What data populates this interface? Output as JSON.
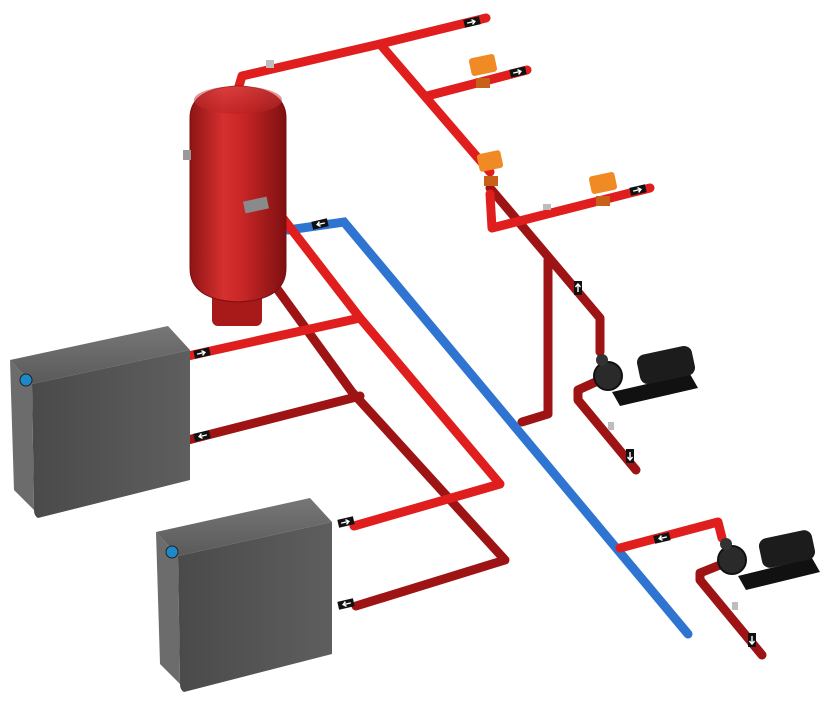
{
  "diagram": {
    "kind": "isometric hydronic heating piping diagram",
    "components": {
      "buffer_tank": "storage-tank",
      "boilers": [
        "boiler-1",
        "boiler-2"
      ],
      "pumps": [
        "pump-1",
        "pump-2"
      ],
      "zone_valves": [
        "zone-valve-1",
        "zone-valve-2",
        "zone-valve-3"
      ]
    },
    "colors": {
      "supply_pipe": "#e01e1e",
      "return_pipe": "#9e1414",
      "cold_pipe": "#2f74d0",
      "tank": "#c42424",
      "boiler_body": "#545454",
      "boiler_side": "#6a6a6a",
      "pump": "#1c1c1c",
      "actuator": "#f08a24",
      "arrow_tag": "#111111"
    }
  }
}
